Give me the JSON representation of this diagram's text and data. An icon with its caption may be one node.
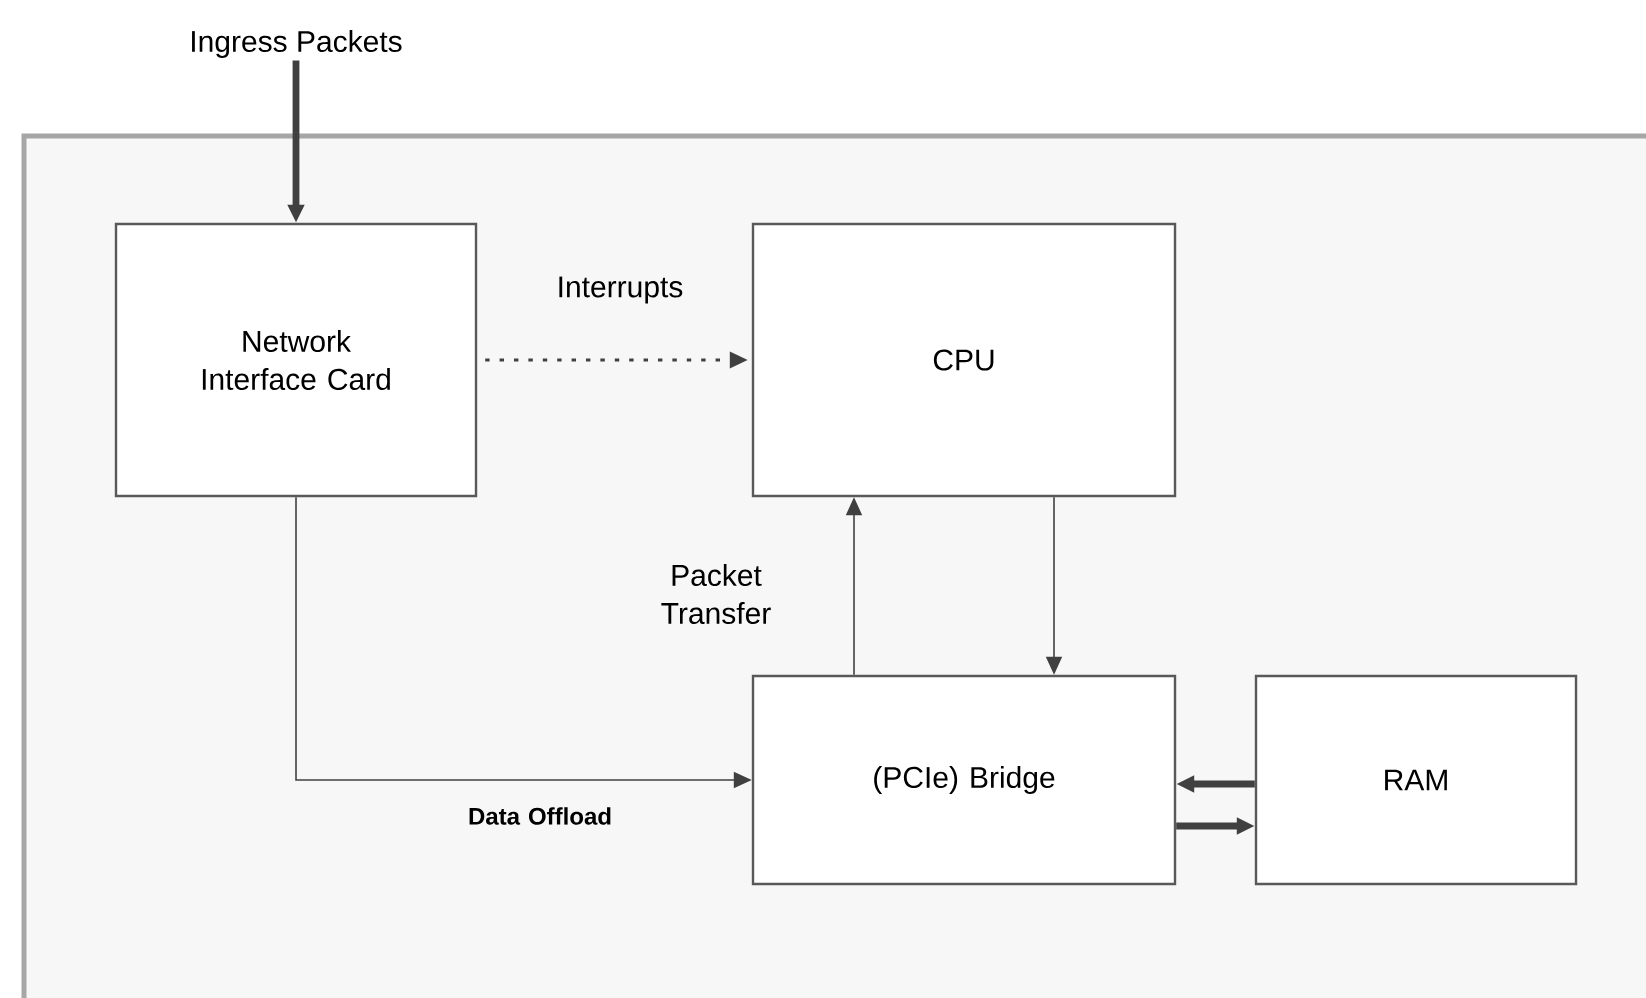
{
  "diagram": {
    "nodes": [
      {
        "text": [
          "Ingress Packets"
        ]
      },
      {
        "text": [
          "Network Interface Card"
        ]
      },
      {
        "text": [
          "CPU"
        ]
      },
      {
        "text": [
          "(PCIe) Bridge"
        ]
      },
      {
        "text": [
          "RAM"
        ]
      }
    ],
    "edges": [
      {
        "from": 0,
        "to": 1,
        "arrow": "to",
        "style": "thick"
      },
      {
        "from": 1,
        "to": 2,
        "arrow": "to",
        "style": "dashed",
        "label": "Interrupts"
      },
      {
        "from": 1,
        "to": 3,
        "arrow": "to",
        "label": "Data Offload"
      },
      {
        "from": 3,
        "to": 2,
        "arrow": "to",
        "label": "Packet Transfer"
      },
      {
        "from": 2,
        "to": 3,
        "arrow": "to"
      },
      {
        "from": 4,
        "to": 3,
        "arrow": "to",
        "style": "thick"
      },
      {
        "from": 3,
        "to": 4,
        "arrow": "to",
        "style": "thick"
      }
    ]
  }
}
